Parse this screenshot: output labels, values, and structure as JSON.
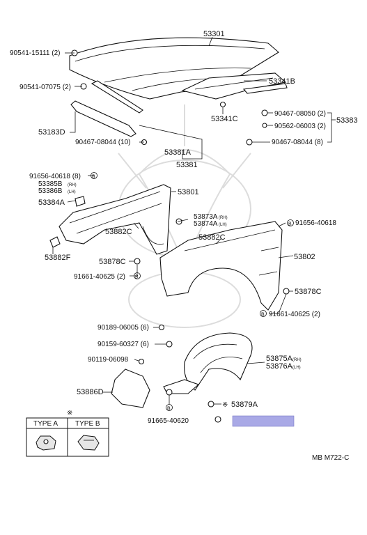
{
  "diagram": {
    "watermark_text": "",
    "callouts": [
      {
        "id": "53301",
        "text": "53301"
      },
      {
        "id": "90541-15111",
        "text": "90541-15111 (2)"
      },
      {
        "id": "90541-07075",
        "text": "90541-07075 (2)"
      },
      {
        "id": "53341B",
        "text": "53341B"
      },
      {
        "id": "90467-08050",
        "text": "90467-08050 (2)"
      },
      {
        "id": "90562-06003",
        "text": "90562-06003 (2)"
      },
      {
        "id": "53383",
        "text": "53383"
      },
      {
        "id": "90467-08044a",
        "text": "90467-08044 (8)"
      },
      {
        "id": "53341C",
        "text": "53341C"
      },
      {
        "id": "53183D",
        "text": "53183D"
      },
      {
        "id": "90467-08044b",
        "text": "90467-08044 (10)"
      },
      {
        "id": "53381A",
        "text": "53381A"
      },
      {
        "id": "53381",
        "text": "53381"
      },
      {
        "id": "91656-40618a",
        "text": "91656-40618 (8)"
      },
      {
        "id": "53385B",
        "text": "53385B"
      },
      {
        "id": "53386B",
        "text": "53386B"
      },
      {
        "id": "53384A",
        "text": "53384A"
      },
      {
        "id": "53801",
        "text": "53801"
      },
      {
        "id": "53882C-a",
        "text": "53882C"
      },
      {
        "id": "53873A",
        "text": "53873A"
      },
      {
        "id": "53874A",
        "text": "53874A"
      },
      {
        "id": "91656-40618b",
        "text": "91656-40618"
      },
      {
        "id": "53882C-b",
        "text": "53882C"
      },
      {
        "id": "53882F",
        "text": "53882F"
      },
      {
        "id": "53878C-a",
        "text": "53878C"
      },
      {
        "id": "53802",
        "text": "53802"
      },
      {
        "id": "91661-40625a",
        "text": "91661-40625 (2)"
      },
      {
        "id": "53878C-b",
        "text": "53878C"
      },
      {
        "id": "91661-40625b",
        "text": "91661-40625 (2)"
      },
      {
        "id": "90189-06005",
        "text": "90189-06005 (6)"
      },
      {
        "id": "90159-60327",
        "text": "90159-60327 (6)"
      },
      {
        "id": "90119-06098",
        "text": "90119-06098"
      },
      {
        "id": "53875A",
        "text": "53875A"
      },
      {
        "id": "53876A",
        "text": "53876A"
      },
      {
        "id": "53886D",
        "text": "53886D"
      },
      {
        "id": "53879A",
        "text": "53879A"
      },
      {
        "id": "91665-40620",
        "text": "91665-40620"
      }
    ],
    "small_suffixes": {
      "s53385B": "(RH)",
      "s53386B": "(LH)",
      "s53873A": "(RH)",
      "s53874A": "(LH)",
      "s53875A": "(RH)",
      "s53876A": "(LH)"
    },
    "bolt_marker": "B",
    "note_symbol": "※",
    "note_prefix": "※",
    "type_table": {
      "headers": [
        "TYPE A",
        "TYPE B"
      ]
    },
    "diagram_code": "MB M722-C",
    "highlight_color": "#a9a9e6"
  }
}
